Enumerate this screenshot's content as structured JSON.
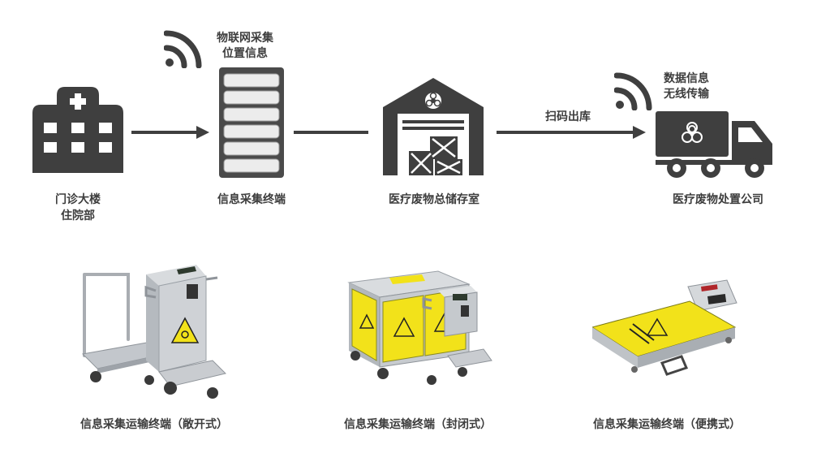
{
  "flow": {
    "nodes": [
      {
        "id": "hospital",
        "label_line1": "门诊大楼",
        "label_line2": "住院部",
        "icon": "hospital-icon"
      },
      {
        "id": "terminal",
        "label": "信息采集终端",
        "icon": "server-rack-icon"
      },
      {
        "id": "storage",
        "label": "医疗废物总储存室",
        "icon": "warehouse-icon"
      },
      {
        "id": "disposal",
        "label": "医疗废物处置公司",
        "icon": "truck-icon"
      }
    ],
    "signals": {
      "iot": {
        "line1": "物联网采集",
        "line2": "位置信息",
        "icon": "wifi-icon"
      },
      "wireless": {
        "line1": "数据信息",
        "line2": "无线传输",
        "icon": "wifi-icon"
      }
    },
    "edge_labels": {
      "checkout": "扫码出库"
    }
  },
  "products": [
    {
      "caption": "信息采集运输终端（敞开式）"
    },
    {
      "caption": "信息采集运输终端（封闭式）"
    },
    {
      "caption": "信息采集运输终端（便携式）"
    }
  ],
  "colors": {
    "icon": "#3f3f3f",
    "hazard_yellow": "#f2e21a",
    "steel": "#c9ccd0",
    "text": "#3d3d3d"
  }
}
